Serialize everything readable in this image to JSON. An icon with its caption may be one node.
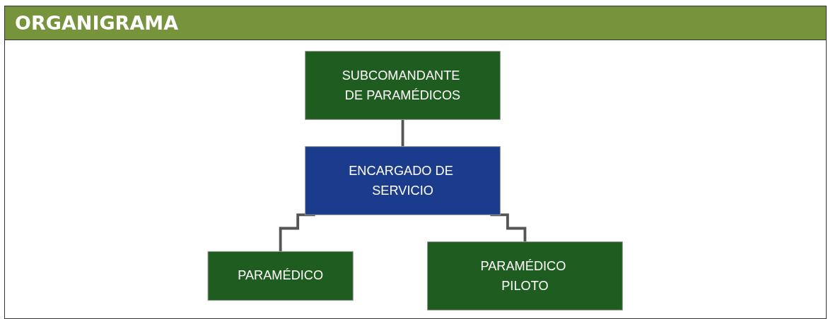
{
  "diagram": {
    "title": "ORGANIGRAMA",
    "nodes": [
      {
        "text": [
          "SUBCOMANDANTE DE PARAMÉDICOS"
        ]
      },
      {
        "text": [
          "ENCARGADO DE SERVICIO"
        ]
      },
      {
        "text": [
          "PARAMÉDICO"
        ]
      },
      {
        "text": [
          "PARAMÉDICO PILOTO"
        ]
      }
    ],
    "edges": [
      {
        "from": 0,
        "to": 1,
        "arrow": "none"
      },
      {
        "from": 1,
        "to": 2,
        "arrow": "none"
      },
      {
        "from": 1,
        "to": 3,
        "arrow": "none"
      }
    ]
  }
}
